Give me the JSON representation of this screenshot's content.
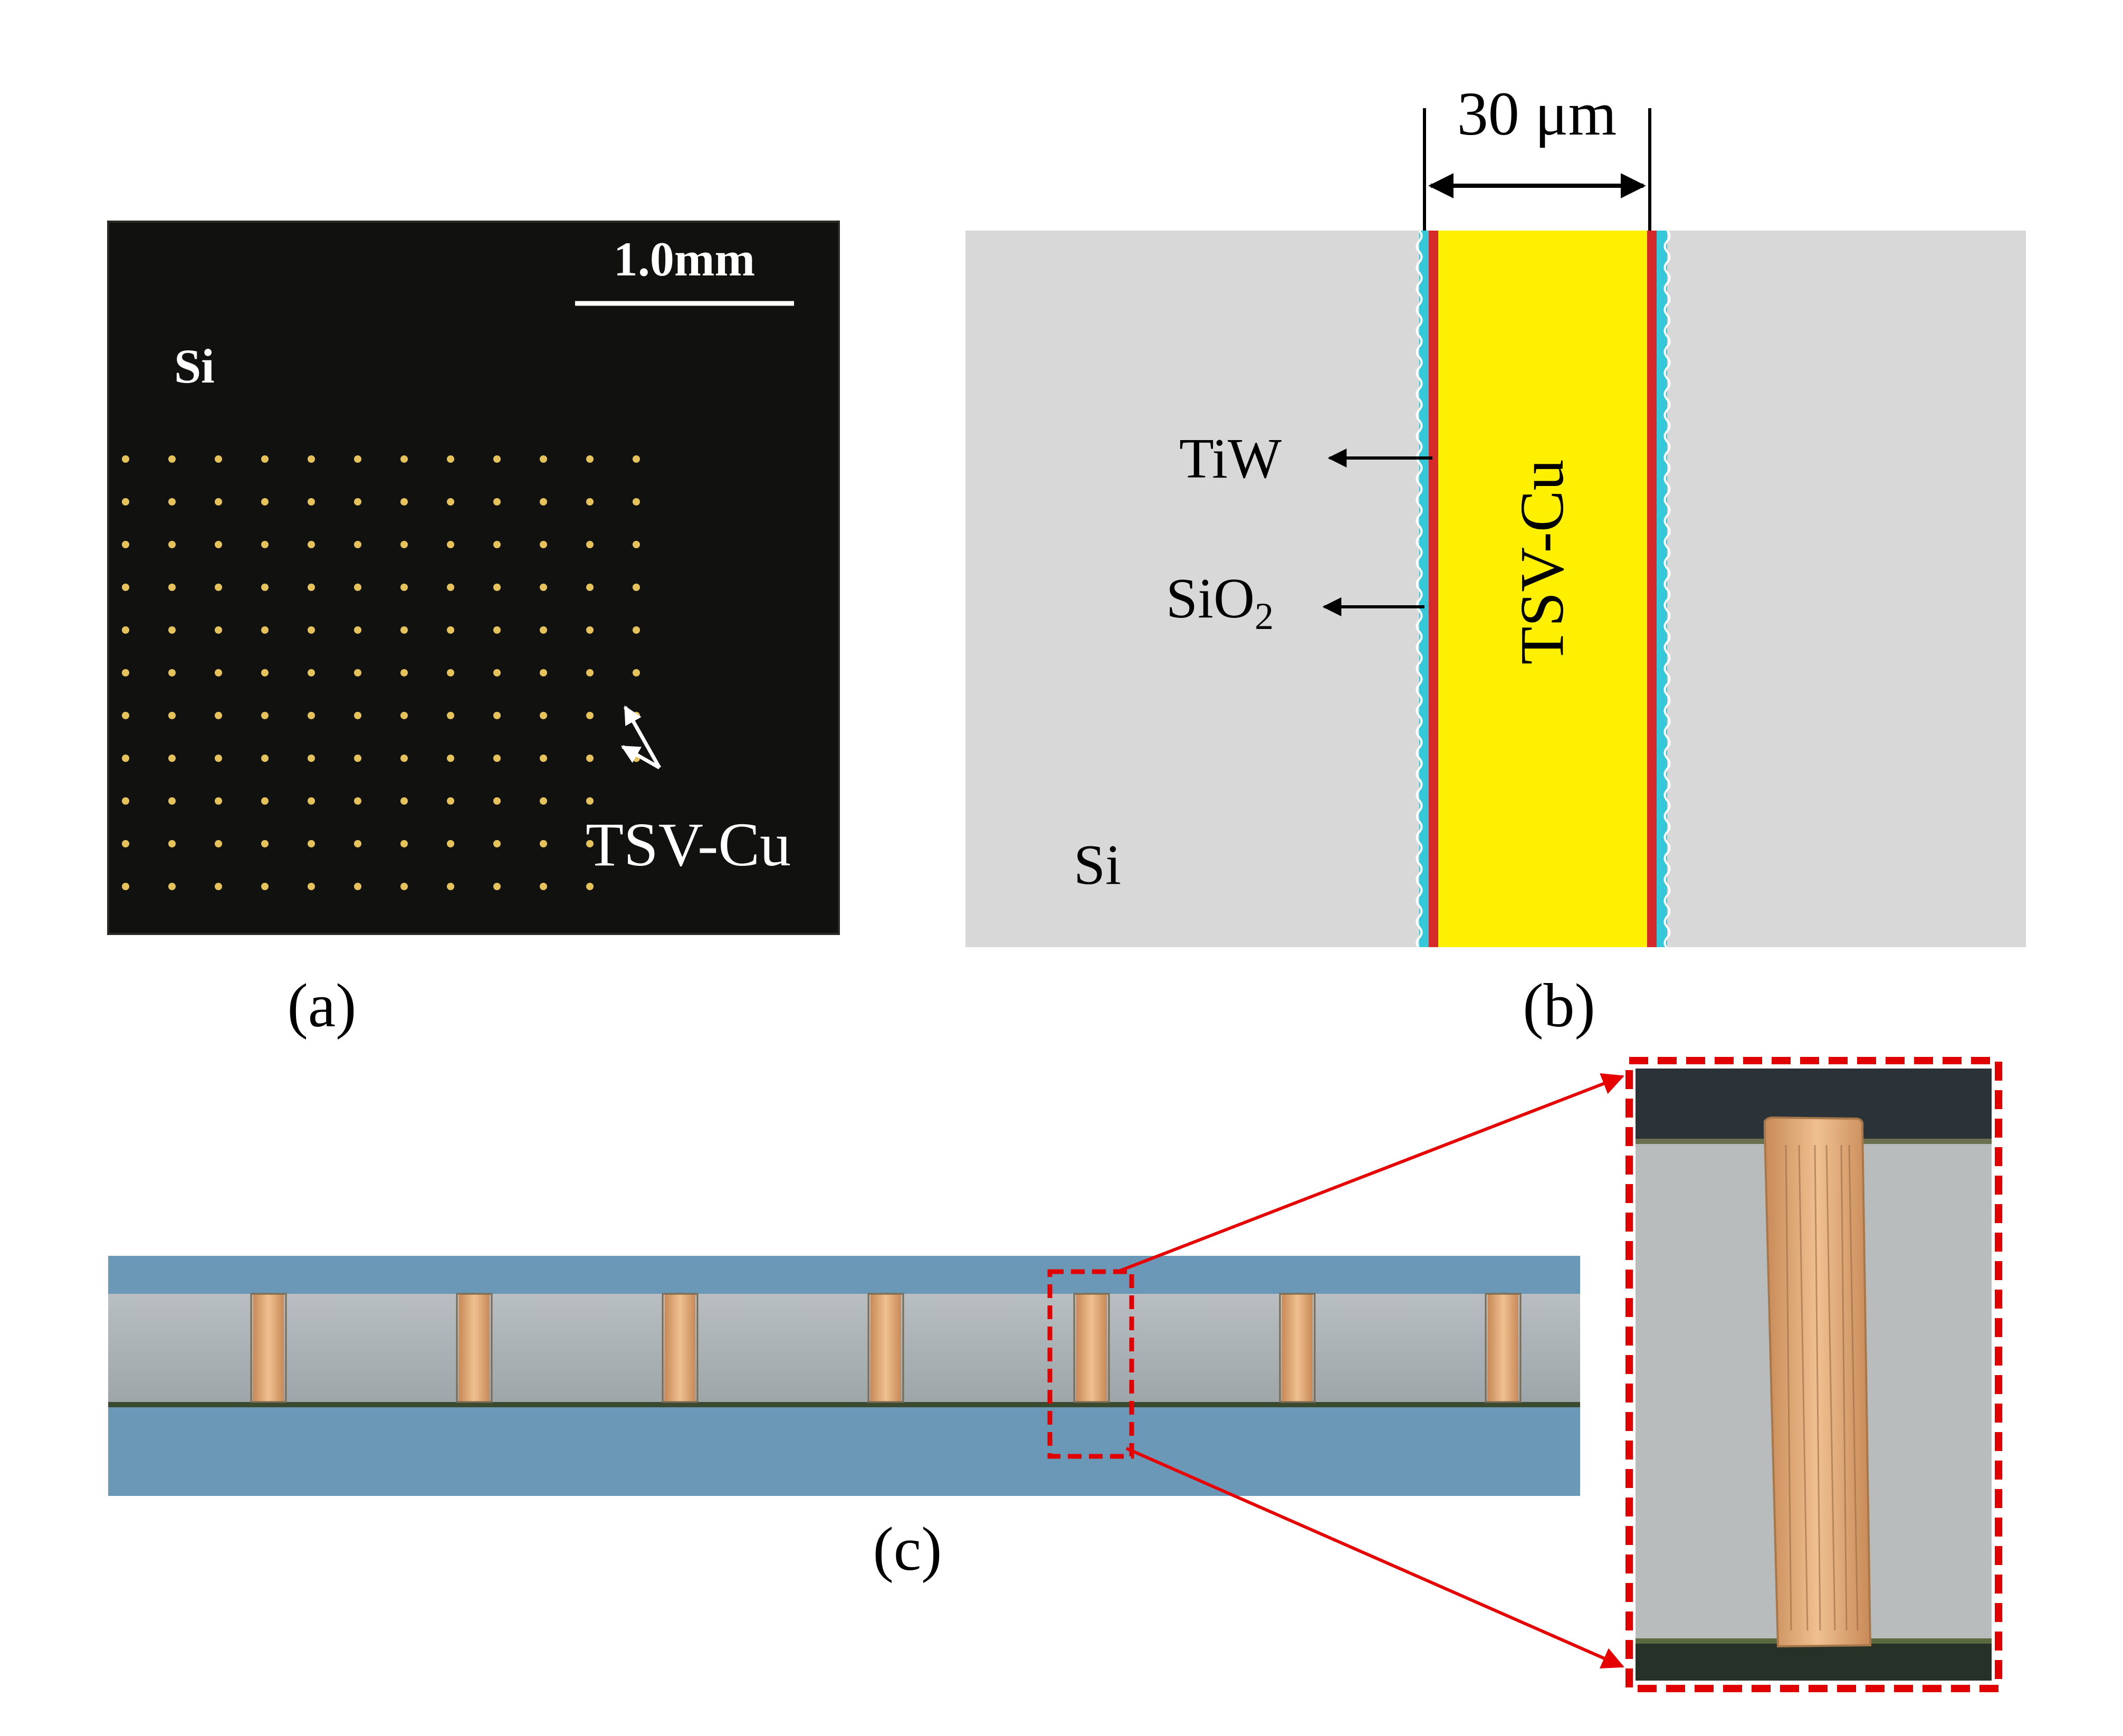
{
  "panel_a": {
    "label": "(a)",
    "scale_bar_text": "1.0mm",
    "region_label": "Si",
    "callout": "TSV-Cu",
    "grid": {
      "rows": 11,
      "cols": 12
    }
  },
  "panel_b": {
    "label": "(b)",
    "dimension": "30 μm",
    "layer_tiw": "TiW",
    "layer_sio2_base": "SiO",
    "layer_sio2_sub": "2",
    "via_label": "TSV-Cu",
    "region_label": "Si",
    "colors": {
      "si": "#d8d8d8",
      "cu": "#ffef00",
      "tiw": "#d42a2a",
      "sio2": "#35c8d8"
    }
  },
  "panel_c": {
    "label": "(c)",
    "via_count": 7,
    "colors": {
      "substrate": "#6c98b8",
      "si": "#a8b0b4",
      "cu": "#d9a06e",
      "zoom_frame": "#e00000"
    }
  }
}
